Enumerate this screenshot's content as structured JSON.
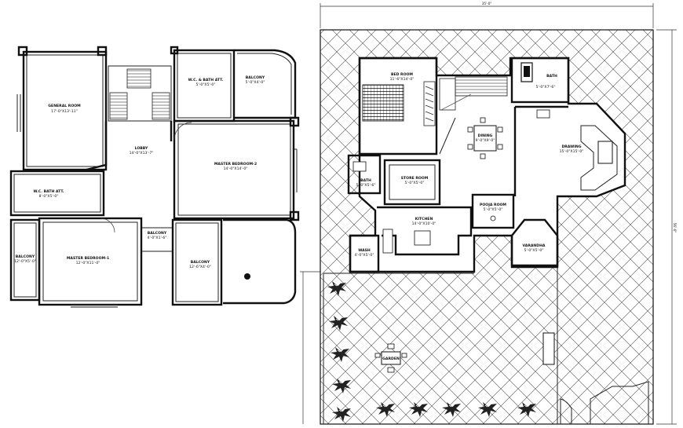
{
  "left_plan": {
    "rooms": [
      {
        "name": "GENERAL ROOM",
        "size": "17'-0\"X13'-11\""
      },
      {
        "name": "LOBBY",
        "size": "14'-0\"X13'-7\""
      },
      {
        "name": "W.C. & BATH ATT.",
        "size": "5'-0\"X5'-0\""
      },
      {
        "name": "BALCONY",
        "size": "5'-0\"X4'-0\""
      },
      {
        "name": "MASTER BEDROOM-2",
        "size": "14'-0\"X14'-0\""
      },
      {
        "name": "W.C. BATH ATT.",
        "size": "8'-0\"X5'-0\""
      },
      {
        "name": "BALCONY",
        "size": "4'-0\"X1'-6\""
      },
      {
        "name": "BALCONY",
        "size": "12'-6\"X4'-0\""
      },
      {
        "name": "MASTER BEDROOM-1",
        "size": "12'-0\"X11'-0\""
      },
      {
        "name": "BALCONY",
        "size": "12'-0\"X5'-0\""
      }
    ]
  },
  "right_plan": {
    "rooms": [
      {
        "name": "BED ROOM",
        "size": "11'-6\"X14'-0\""
      },
      {
        "name": "BATH",
        "size": "5'-0\"X7'-6\""
      },
      {
        "name": "DINING",
        "size": "9'-0\"X9'-0\""
      },
      {
        "name": "DRAWING",
        "size": "15'-0\"X15'-0\""
      },
      {
        "name": "BATH",
        "size": "5'-0\"X5'-6\""
      },
      {
        "name": "STORE ROOM",
        "size": "5'-0\"X5'-0\""
      },
      {
        "name": "POOJA ROOM",
        "size": "5'-0\"X5'-0\""
      },
      {
        "name": "KITCHEN",
        "size": "14'-0\"X10'-0\""
      },
      {
        "name": "VARANDHA",
        "size": "5'-0\"X5'-0\""
      },
      {
        "name": "WASH",
        "size": "4'-0\"X5'-0\""
      },
      {
        "name": "GARDEN",
        "size": ""
      }
    ],
    "dimensions": {
      "top": "35'-0\"",
      "right": "56'-0\""
    }
  }
}
